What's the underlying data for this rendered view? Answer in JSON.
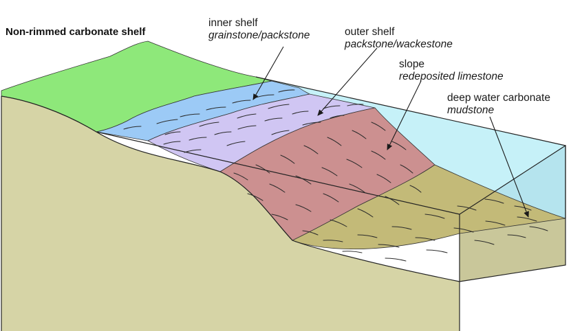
{
  "title": "Non-rimmed carbonate shelf",
  "zones": [
    {
      "name": "inner shelf",
      "facies": "grainstone/packstone",
      "color": "#9ccaf6"
    },
    {
      "name": "outer shelf",
      "facies": "packstone/wackestone",
      "color": "#d0c6f3"
    },
    {
      "name": "slope",
      "facies": "redeposited limestone",
      "color": "#cc9090"
    },
    {
      "name": "deep water carbonate",
      "facies": "mudstone",
      "color": "#c3ba78"
    }
  ],
  "colors": {
    "land": "#8ee87a",
    "block_side": "#d6d4a6",
    "block_bottom": "#c9c79a",
    "water": "#c6f1f8",
    "water_edge": "#b5e4ee"
  }
}
